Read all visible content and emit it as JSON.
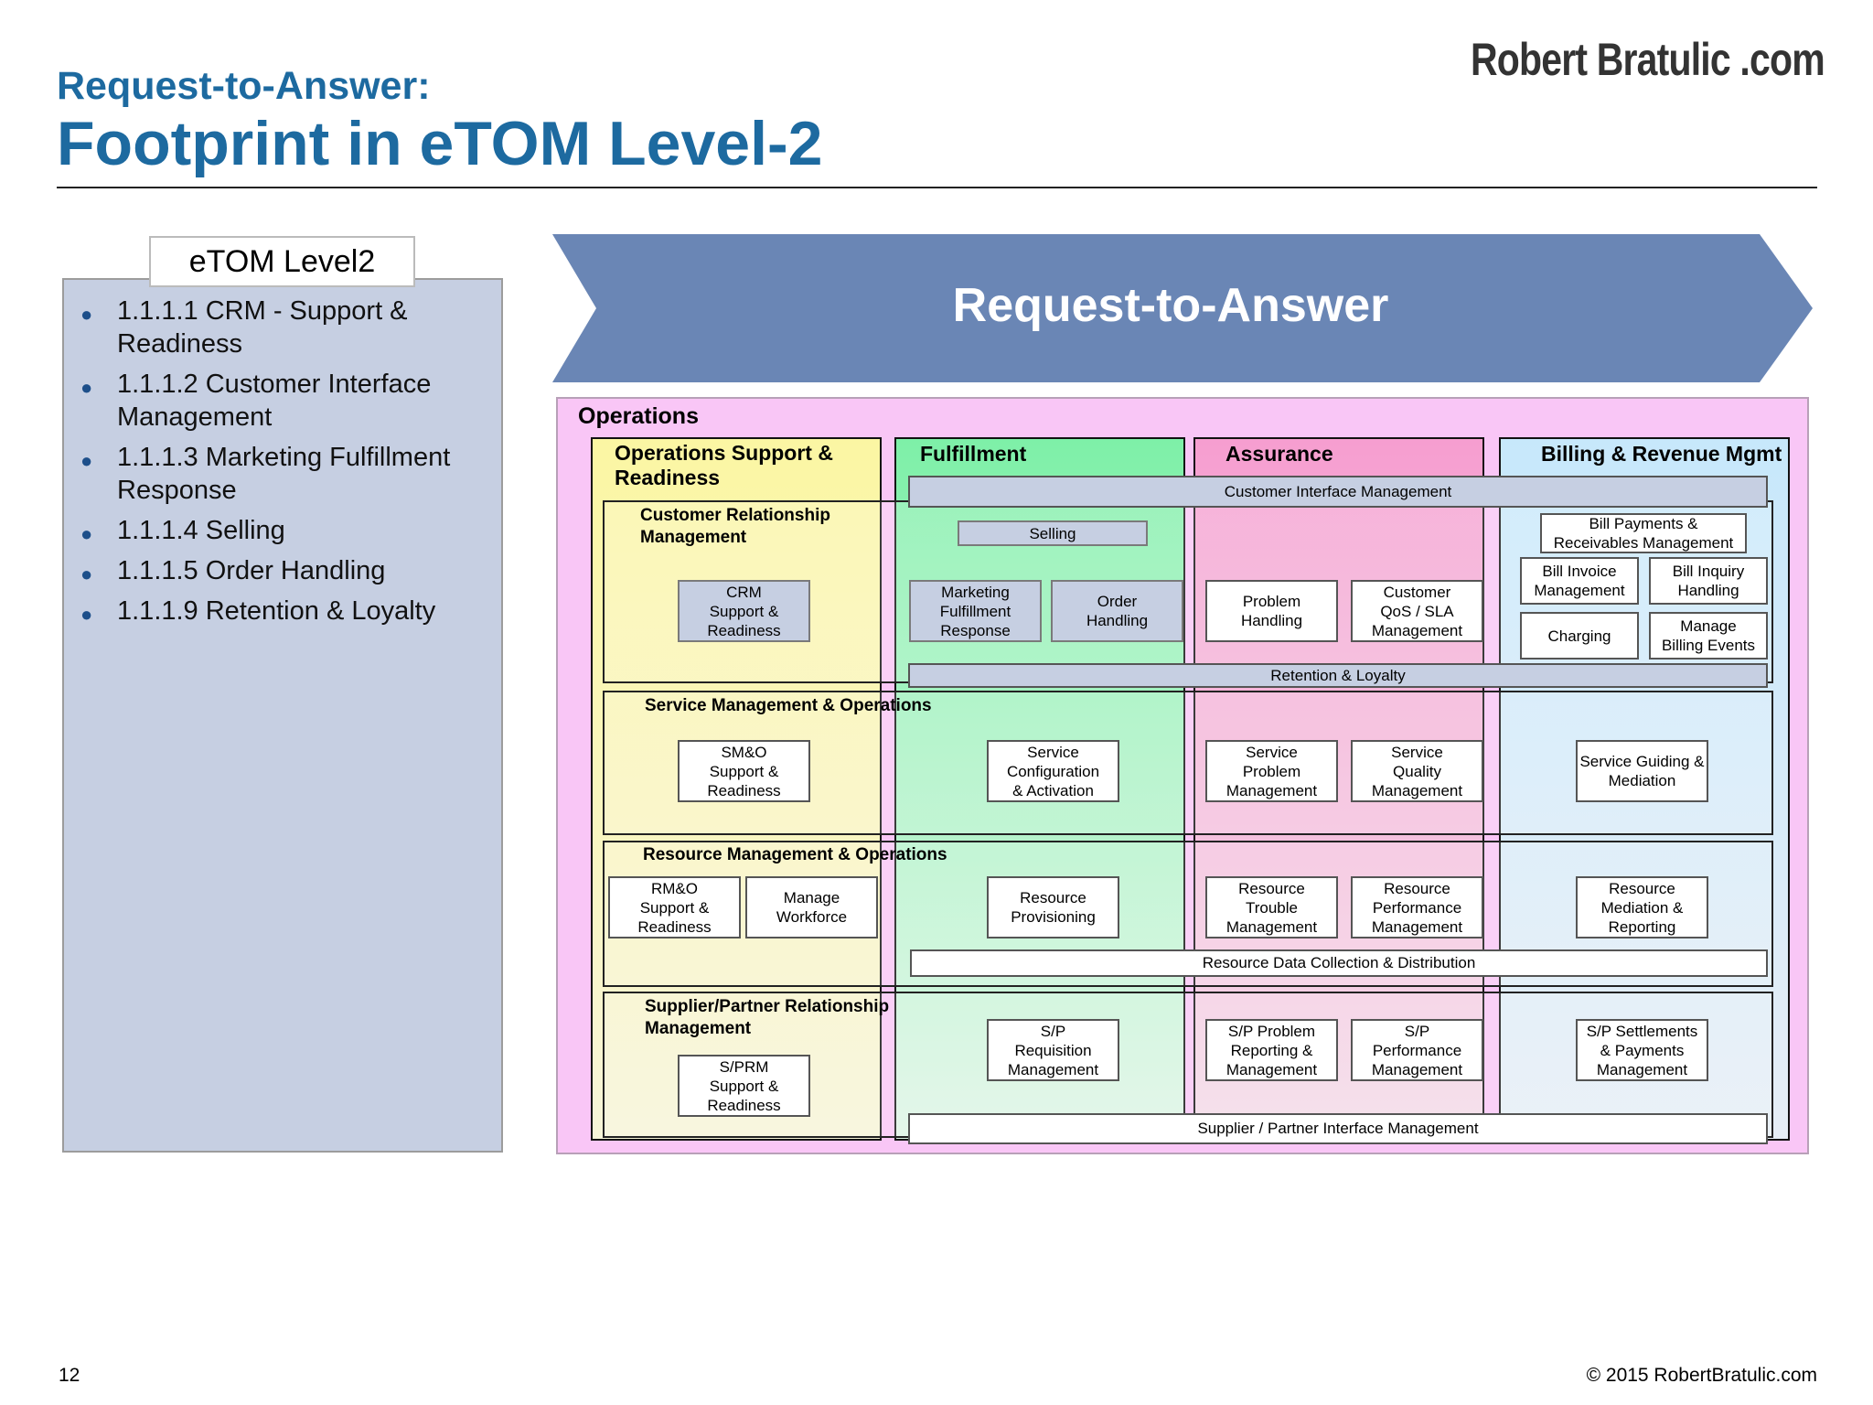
{
  "header": {
    "subtitle": "Request-to-Answer:",
    "title": "Footprint in eTOM Level-2",
    "logo_text": "Robert Bratulic .com"
  },
  "left_panel": {
    "label": "eTOM Level2",
    "items": [
      "1.1.1.1 CRM - Support & Readiness",
      "1.1.1.2 Customer Interface Management",
      "1.1.1.3 Marketing Fulfillment Response",
      "1.1.1.4 Selling",
      "1.1.1.5 Order Handling",
      "1.1.1.9 Retention & Loyalty"
    ]
  },
  "arrow": {
    "label": "Request-to-Answer",
    "color": "#6a86b5"
  },
  "diagram": {
    "operations_label": "Operations",
    "columns": {
      "osr": "Operations Support & Readiness",
      "fulfillment": "Fulfillment",
      "assurance": "Assurance",
      "billing": "Billing & Revenue Mgmt"
    },
    "rows": {
      "crm": "Customer Relationship Management",
      "smo": "Service Management & Operations",
      "rmo": "Resource Management & Operations",
      "sprm": "Supplier/Partner Relationship Management"
    },
    "strips": {
      "cim": "Customer Interface Management",
      "retention": "Retention & Loyalty",
      "rdcd": "Resource Data Collection & Distribution",
      "spim": "Supplier / Partner Interface Management"
    },
    "boxes": {
      "crm_sr": "CRM\nSupport &\nReadiness",
      "selling": "Selling",
      "mfr": "Marketing\nFulfillment\nResponse",
      "order": "Order\nHandling",
      "problem": "Problem\nHandling",
      "qos": "Customer\nQoS / SLA\nManagement",
      "bill_payments": "Bill Payments &\nReceivables Management",
      "bill_invoice": "Bill Invoice\nManagement",
      "bill_inquiry": "Bill Inquiry\nHandling",
      "charging": "Charging",
      "billing_events": "Manage\nBilling Events",
      "smo_sr": "SM&O\nSupport &\nReadiness",
      "svc_config": "Service\nConfiguration\n& Activation",
      "svc_problem": "Service\nProblem\nManagement",
      "svc_quality": "Service\nQuality\nManagement",
      "svc_guiding": "Service Guiding &\nMediation",
      "rmo_sr": "RM&O\nSupport &\nReadiness",
      "workforce": "Manage\nWorkforce",
      "res_prov": "Resource\nProvisioning",
      "res_trouble": "Resource\nTrouble\nManagement",
      "res_perf": "Resource\nPerformance\nManagement",
      "res_med": "Resource\nMediation &\nReporting",
      "sprm_sr": "S/PRM\nSupport &\nReadiness",
      "sp_req": "S/P\nRequisition\nManagement",
      "sp_problem": "S/P Problem\nReporting &\nManagement",
      "sp_perf": "S/P\nPerformance\nManagement",
      "sp_settle": "S/P Settlements\n& Payments\nManagement"
    }
  },
  "footer": {
    "page_number": "12",
    "copyright": "© 2015 RobertBratulic.com"
  }
}
